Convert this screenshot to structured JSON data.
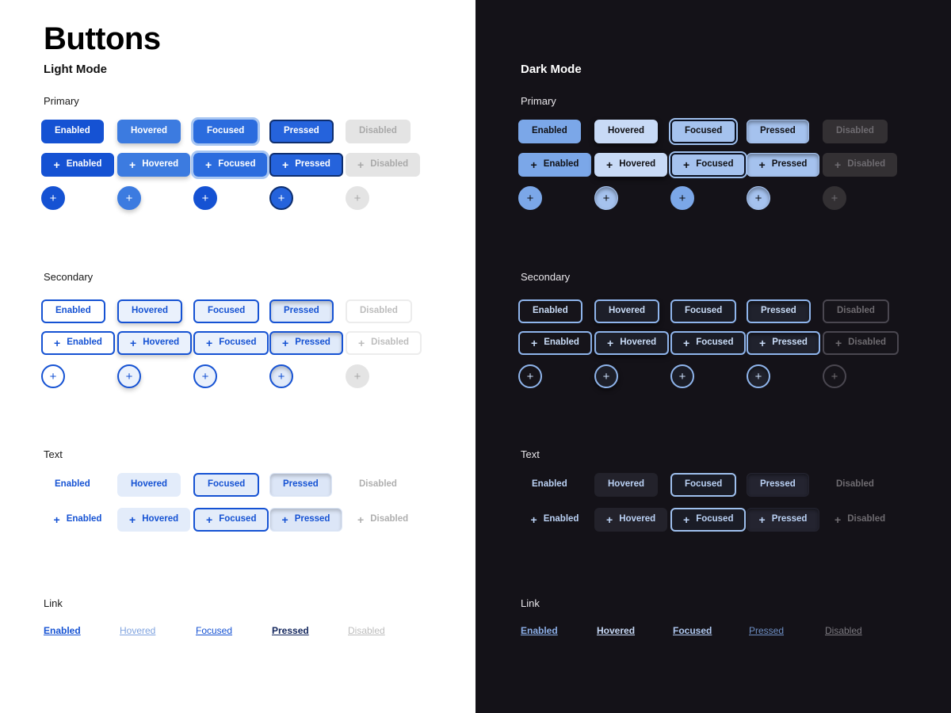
{
  "page": {
    "title": "Buttons",
    "states": [
      "Enabled",
      "Hovered",
      "Focused",
      "Pressed",
      "Disabled"
    ],
    "plus_icon": "+"
  },
  "colors": {
    "light_bg": "#ffffff",
    "dark_bg": "#141218",
    "primary_blue": "#1552D3",
    "primary_hover_blue": "#3C7BE0",
    "primary_focus_ring": "#A8C6F2",
    "primary_pressed_border": "#0E2E6E",
    "disabled_light_bg": "#E4E4E4",
    "disabled_light_text": "#A9A9A9",
    "dark_primary_blue": "#7BA7E8",
    "dark_primary_hover": "#C8DAF6",
    "dark_disabled_bg": "#333033",
    "dark_disabled_text": "#6E6B70",
    "dark_accent_text": "#BBD2F5"
  },
  "light": {
    "mode_label": "Light Mode",
    "groups": [
      {
        "name": "Primary",
        "label_row": [
          "Enabled",
          "Hovered",
          "Focused",
          "Pressed",
          "Disabled"
        ],
        "icon_row": [
          "Enabled",
          "Hovered",
          "Focused",
          "Pressed",
          "Disabled"
        ],
        "circle_row": [
          "+",
          "+",
          "+",
          "+",
          "+"
        ]
      },
      {
        "name": "Secondary",
        "label_row": [
          "Enabled",
          "Hovered",
          "Focused",
          "Pressed",
          "Disabled"
        ],
        "icon_row": [
          "Enabled",
          "Hovered",
          "Focused",
          "Pressed",
          "Disabled"
        ],
        "circle_row": [
          "+",
          "+",
          "+",
          "+",
          "+"
        ]
      },
      {
        "name": "Text",
        "label_row": [
          "Enabled",
          "Hovered",
          "Focused",
          "Pressed",
          "Disabled"
        ],
        "icon_row": [
          "Enabled",
          "Hovered",
          "Focused",
          "Pressed",
          "Disabled"
        ]
      },
      {
        "name": "Link",
        "label_row": [
          "Enabled",
          "Hovered",
          "Focused",
          "Pressed",
          "Disabled"
        ]
      }
    ]
  },
  "dark": {
    "mode_label": "Dark Mode",
    "groups": [
      {
        "name": "Primary",
        "label_row": [
          "Enabled",
          "Hovered",
          "Focused",
          "Pressed",
          "Disabled"
        ],
        "icon_row": [
          "Enabled",
          "Hovered",
          "Focused",
          "Pressed",
          "Disabled"
        ],
        "circle_row": [
          "+",
          "+",
          "+",
          "+",
          "+"
        ]
      },
      {
        "name": "Secondary",
        "label_row": [
          "Enabled",
          "Hovered",
          "Focused",
          "Pressed",
          "Disabled"
        ],
        "icon_row": [
          "Enabled",
          "Hovered",
          "Focused",
          "Pressed",
          "Disabled"
        ],
        "circle_row": [
          "+",
          "+",
          "+",
          "+",
          "+"
        ]
      },
      {
        "name": "Text",
        "label_row": [
          "Enabled",
          "Hovered",
          "Focused",
          "Pressed",
          "Disabled"
        ],
        "icon_row": [
          "Enabled",
          "Hovered",
          "Focused",
          "Pressed",
          "Disabled"
        ]
      },
      {
        "name": "Link",
        "label_row": [
          "Enabled",
          "Hovered",
          "Focused",
          "Pressed",
          "Disabled"
        ]
      }
    ]
  }
}
